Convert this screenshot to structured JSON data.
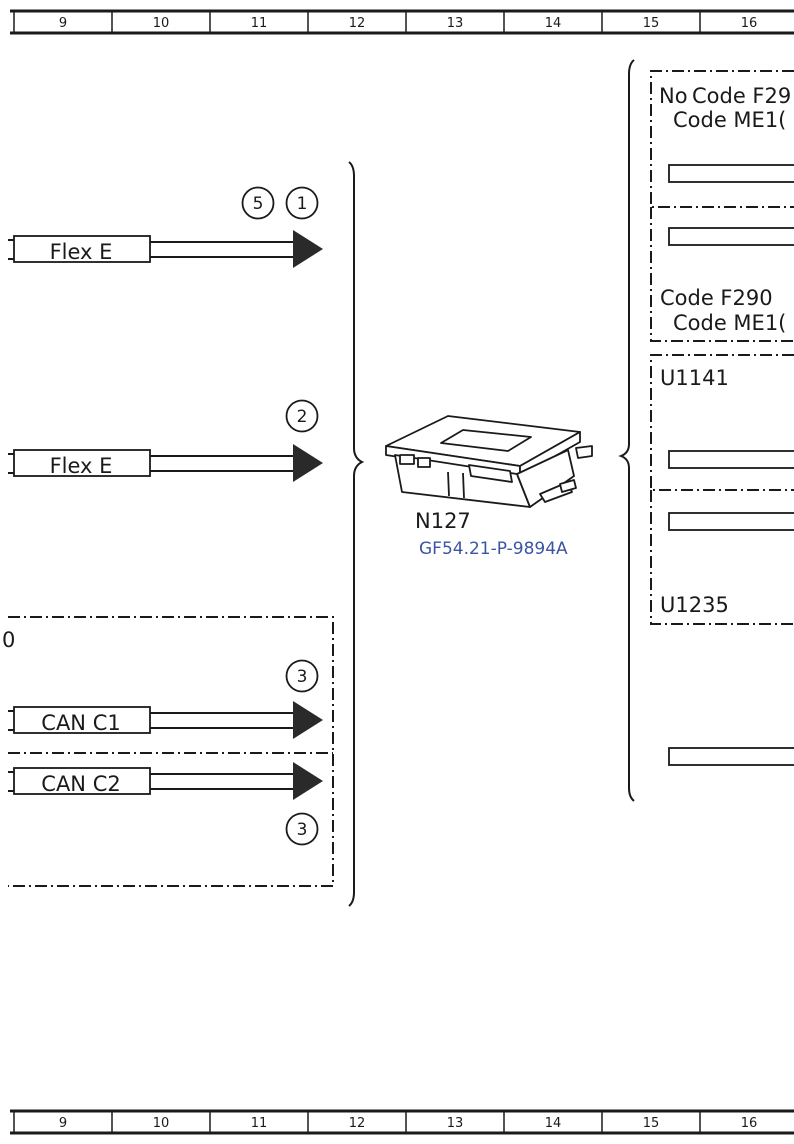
{
  "grid_ruler": {
    "numbers": [
      "9",
      "10",
      "11",
      "12",
      "13",
      "14",
      "15",
      "16"
    ]
  },
  "signals": {
    "flex_e_1": "Flex E",
    "flex_e_2": "Flex E",
    "can_c1": "CAN C1",
    "can_c2": "CAN C2"
  },
  "callouts": {
    "c5": "5",
    "c1": "1",
    "c2": "2",
    "c3_top": "3",
    "c3_bottom": "3"
  },
  "left_box": {
    "partial_label": "0"
  },
  "component": {
    "name": "N127",
    "reference": "GF54.21-P-9894A"
  },
  "code_blocks": {
    "no_prefix": "No",
    "block1_line1": "Code F29",
    "block1_line2": "Code ME1(",
    "block2_line1": "Code F290",
    "block2_line2": "Code ME1(",
    "u1141": "U1141",
    "u1235": "U1235"
  },
  "colors": {
    "line": "#1a1a1a",
    "reference_link": "#3b55a3"
  }
}
